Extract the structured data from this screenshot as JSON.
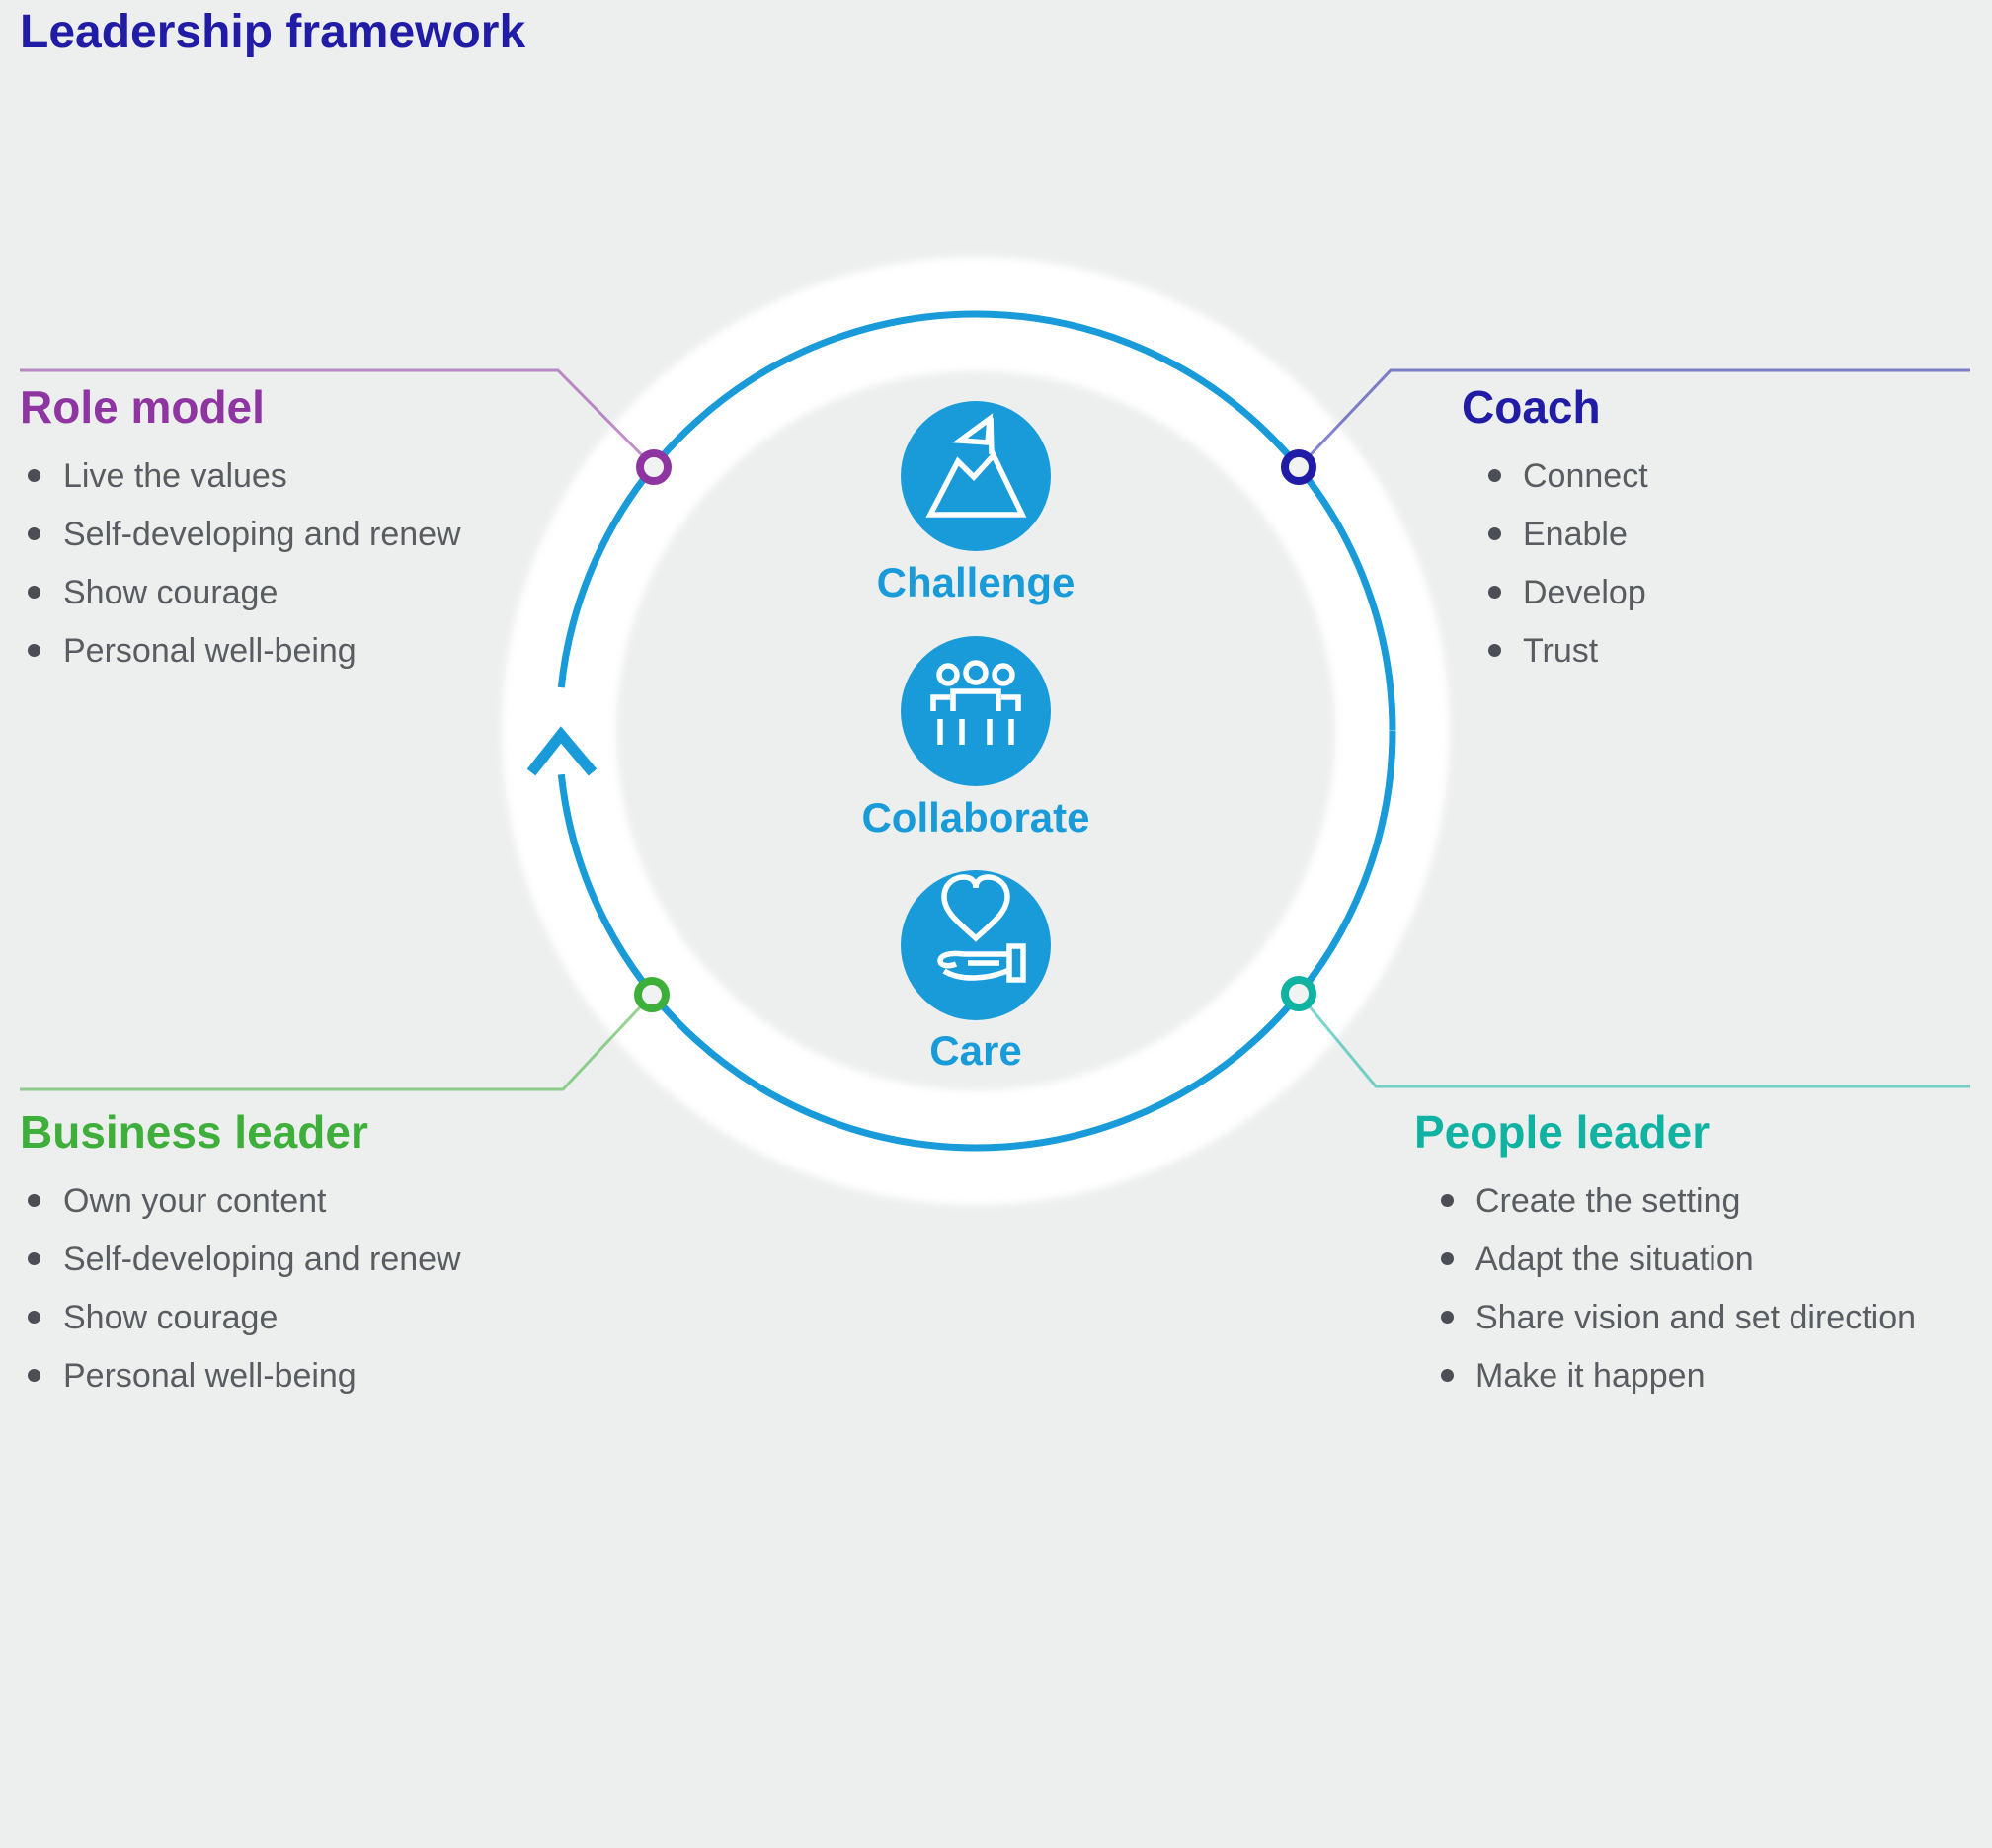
{
  "title": "Leadership framework",
  "colors": {
    "background": "#ecefee",
    "navy": "#211ca5",
    "purple": "#8f35a2",
    "green": "#3faf3b",
    "teal": "#10b3a2",
    "blue": "#189bd8",
    "body_text": "#595d62",
    "bullet_dot": "#4b4e55",
    "ring": "#ffffff",
    "node_fill": "#f1f3f3"
  },
  "sections": [
    {
      "id": "role-model",
      "title": "Role model",
      "accent": "purple",
      "bullets": [
        "Live the values",
        "Self-developing and renew",
        "Show courage",
        "Personal well-being"
      ]
    },
    {
      "id": "coach",
      "title": "Coach",
      "accent": "navy",
      "bullets": [
        "Connect",
        "Enable",
        "Develop",
        "Trust"
      ]
    },
    {
      "id": "business-leader",
      "title": "Business leader",
      "accent": "green",
      "bullets": [
        "Own your content",
        "Self-developing and renew",
        "Show courage",
        "Personal well-being"
      ]
    },
    {
      "id": "people-leader",
      "title": "People leader",
      "accent": "teal",
      "bullets": [
        "Create the setting",
        "Adapt the situation",
        "Share vision and set direction",
        "Make it happen"
      ]
    }
  ],
  "center_items": [
    {
      "label": "Challenge",
      "icon": "mountain-flag-icon"
    },
    {
      "label": "Collaborate",
      "icon": "people-group-icon"
    },
    {
      "label": "Care",
      "icon": "heart-in-hand-icon"
    }
  ]
}
